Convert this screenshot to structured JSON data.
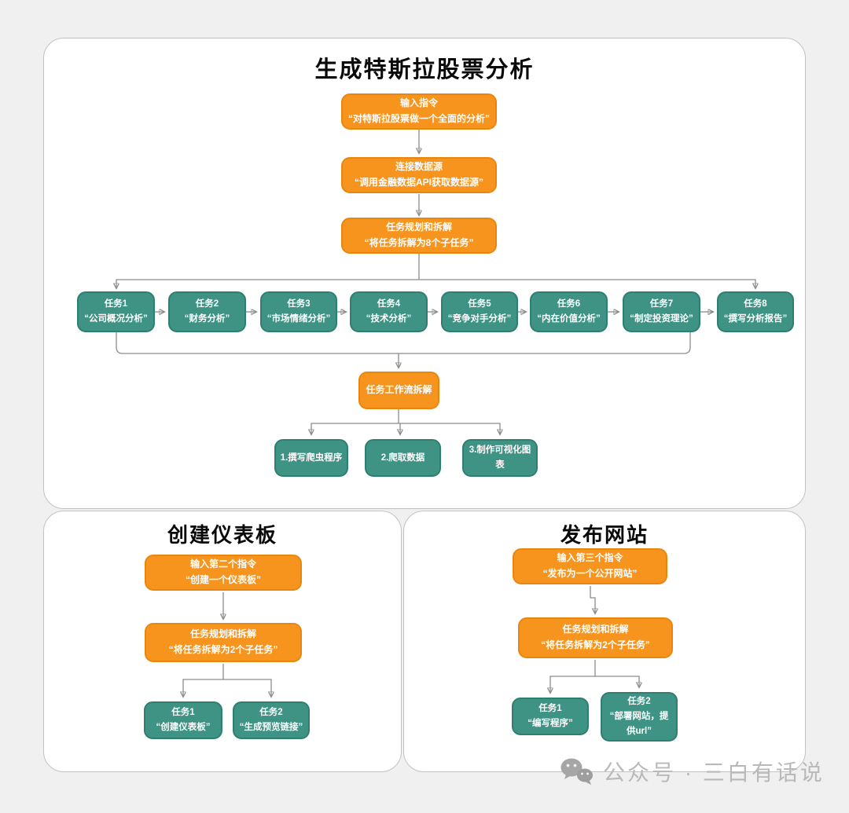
{
  "colors": {
    "bg": "#f0f0f0",
    "panel-border": "#c2c2c2",
    "orange": "#F7941E",
    "orange-border": "#E8860F",
    "green": "#3E9384",
    "green-border": "#2F7F70",
    "line": "#8c8c8c",
    "arrow": "#444444",
    "watermark": "#b9b9b9"
  },
  "panels": {
    "analysis": {
      "title": "生成特斯拉股票分析",
      "input": {
        "line1": "输入指令",
        "line2": "“对特斯拉股票做一个全面的分析”"
      },
      "datasource": {
        "line1": "连接数据源",
        "line2": "“调用金融数据API获取数据源”"
      },
      "planning": {
        "line1": "任务规划和拆解",
        "line2": "“将任务拆解为8个子任务”"
      },
      "tasks": [
        {
          "line1": "任务1",
          "line2": "“公司概况分析”"
        },
        {
          "line1": "任务2",
          "line2": "“财务分析”"
        },
        {
          "line1": "任务3",
          "line2": "“市场情绪分析”"
        },
        {
          "line1": "任务4",
          "line2": "“技术分析”"
        },
        {
          "line1": "任务5",
          "line2": "“竞争对手分析”"
        },
        {
          "line1": "任务6",
          "line2": "“内在价值分析”"
        },
        {
          "line1": "任务7",
          "line2": "“制定投资理论”"
        },
        {
          "line1": "任务8",
          "line2": "“撰写分析报告”"
        }
      ],
      "workflow": {
        "line1": "任务工作流拆解"
      },
      "subtasks": [
        "1.撰写爬虫程序",
        "2.爬取数据",
        "3.制作可视化图表"
      ]
    },
    "dashboard": {
      "title": "创建仪表板",
      "input": {
        "line1": "输入第二个指令",
        "line2": "“创建一个仪表板”"
      },
      "planning": {
        "line1": "任务规划和拆解",
        "line2": "“将任务拆解为2个子任务”"
      },
      "tasks": [
        {
          "line1": "任务1",
          "line2": "“创建仪表板”"
        },
        {
          "line1": "任务2",
          "line2": "“生成预览链接”"
        }
      ]
    },
    "website": {
      "title": "发布网站",
      "input": {
        "line1": "输入第三个指令",
        "line2": "“发布为一个公开网站”"
      },
      "planning": {
        "line1": "任务规划和拆解",
        "line2": "“将任务拆解为2个子任务”"
      },
      "tasks": [
        {
          "line1": "任务1",
          "line2": "“编写程序”"
        },
        {
          "line1": "任务2",
          "line2": "“部署网站，提供url”"
        }
      ]
    }
  },
  "watermark": {
    "icon": "wechat-icon",
    "text": "公众号 · 三白有话说"
  }
}
